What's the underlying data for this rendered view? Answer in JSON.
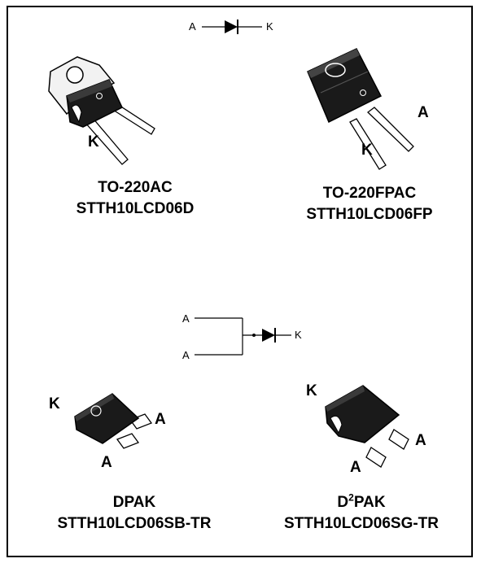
{
  "top_symbol": {
    "anode": "A",
    "cathode": "K"
  },
  "mid_symbol": {
    "anode_1": "A",
    "anode_2": "A",
    "cathode": "K"
  },
  "packages": [
    {
      "package": "TO-220AC",
      "part_number": "STTH10LCD06D",
      "pins": [
        "K"
      ]
    },
    {
      "package": "TO-220FPAC",
      "part_number": "STTH10LCD06FP",
      "pins": [
        "A",
        "K"
      ]
    },
    {
      "package": "DPAK",
      "part_number": "STTH10LCD06SB-TR",
      "pins": [
        "K",
        "A",
        "A"
      ]
    },
    {
      "package_prefix": "D",
      "package_superscript": "2",
      "package_suffix": "PAK",
      "part_number": "STTH10LCD06SG-TR",
      "pins": [
        "K",
        "A",
        "A"
      ]
    }
  ],
  "colors": {
    "outline": "#000000",
    "body_fill": "#1a1a1a",
    "tab_fill": "#f2f2f2",
    "lead_fill": "#ffffff"
  }
}
